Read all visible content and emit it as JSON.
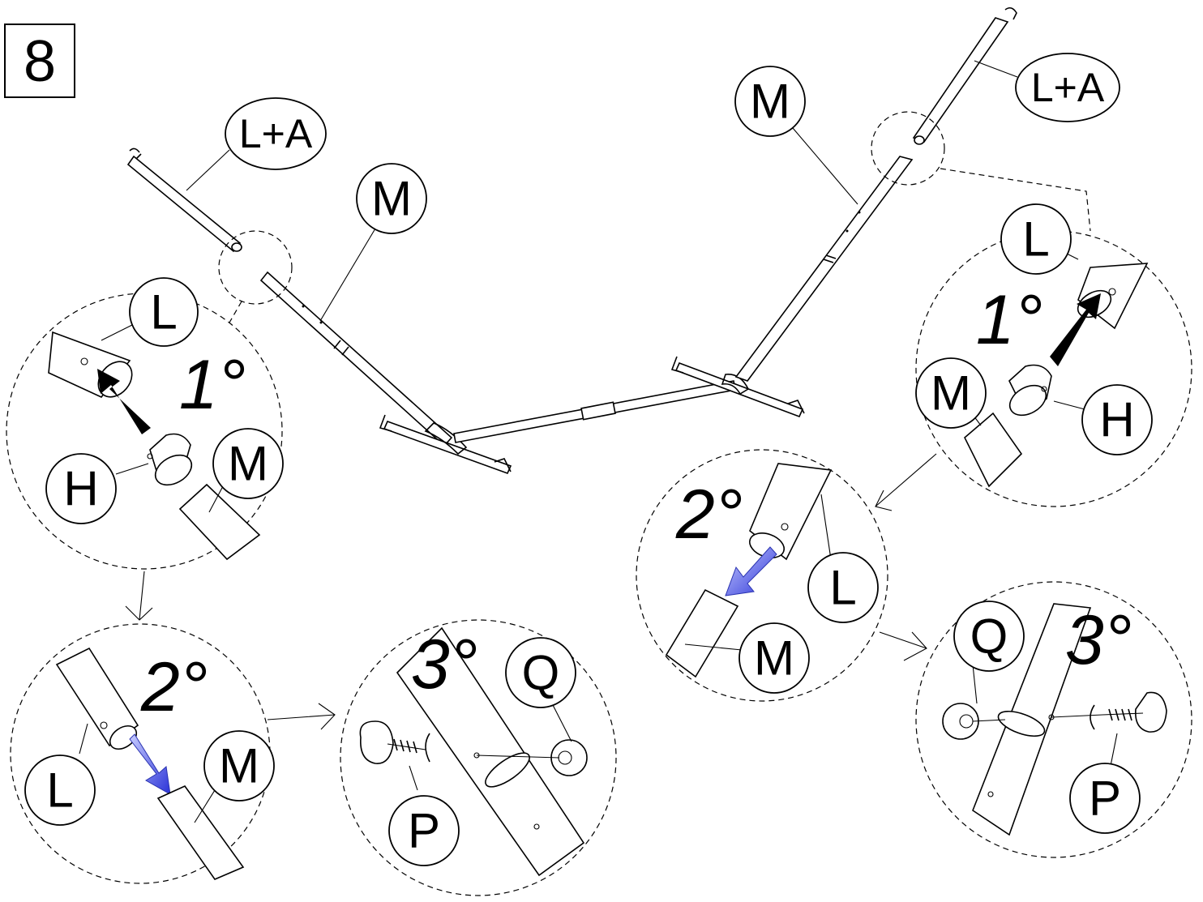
{
  "step_number": "8",
  "colors": {
    "arrow_blue": "#3a3fe0",
    "arrow_black": "#000000",
    "line": "#000000",
    "background": "#ffffff"
  },
  "labels": {
    "la": "L+A",
    "m": "M",
    "l": "L",
    "h": "H",
    "p": "P",
    "q": "Q"
  },
  "steps": {
    "first": "1°",
    "second": "2°",
    "third": "3°"
  }
}
